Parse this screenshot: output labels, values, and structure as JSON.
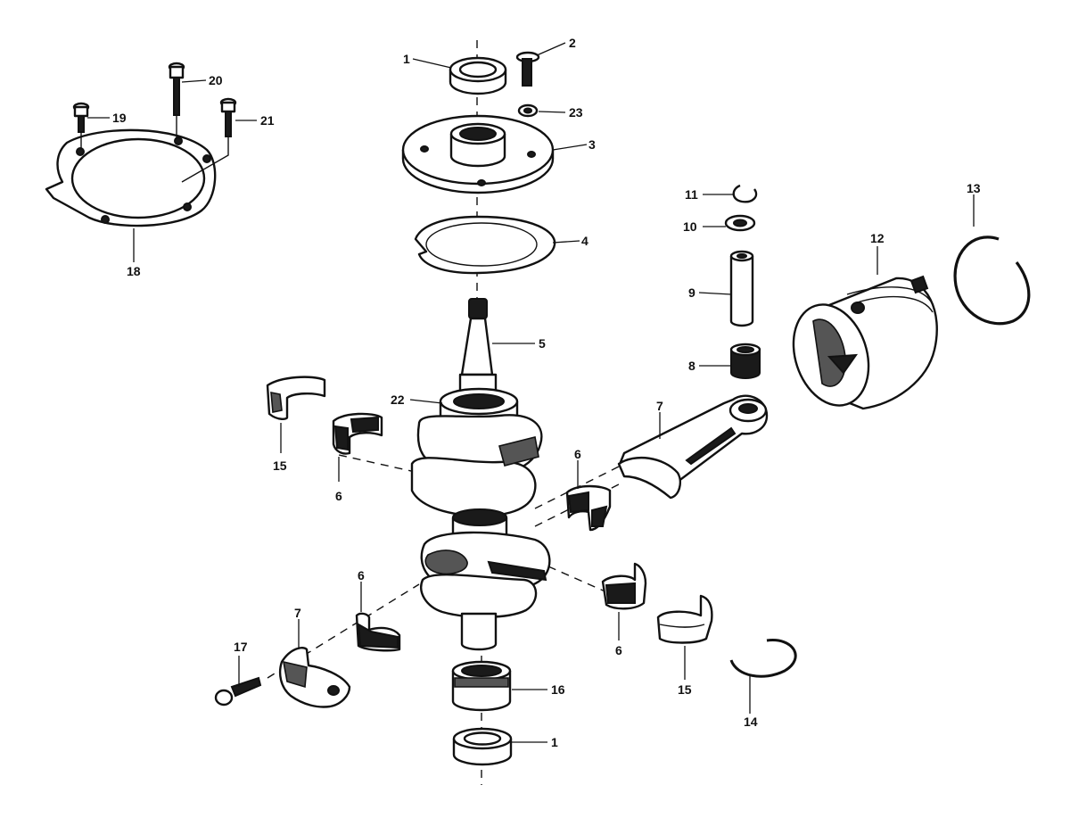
{
  "callouts": [
    {
      "id": "c1-top",
      "text": "1"
    },
    {
      "id": "c2",
      "text": "2"
    },
    {
      "id": "c23",
      "text": "23"
    },
    {
      "id": "c3",
      "text": "3"
    },
    {
      "id": "c4",
      "text": "4"
    },
    {
      "id": "c5",
      "text": "5"
    },
    {
      "id": "c22",
      "text": "22"
    },
    {
      "id": "c20",
      "text": "20"
    },
    {
      "id": "c19",
      "text": "19"
    },
    {
      "id": "c21",
      "text": "21"
    },
    {
      "id": "c18",
      "text": "18"
    },
    {
      "id": "c11",
      "text": "11"
    },
    {
      "id": "c10",
      "text": "10"
    },
    {
      "id": "c9",
      "text": "9"
    },
    {
      "id": "c8",
      "text": "8"
    },
    {
      "id": "c12",
      "text": "12"
    },
    {
      "id": "c13",
      "text": "13"
    },
    {
      "id": "c7-rod",
      "text": "7"
    },
    {
      "id": "c15-left",
      "text": "15"
    },
    {
      "id": "c6-left",
      "text": "6"
    },
    {
      "id": "c6-right",
      "text": "6"
    },
    {
      "id": "c6-lower-left",
      "text": "6"
    },
    {
      "id": "c6-lower-right",
      "text": "6"
    },
    {
      "id": "c7-cap",
      "text": "7"
    },
    {
      "id": "c17",
      "text": "17"
    },
    {
      "id": "c16",
      "text": "16"
    },
    {
      "id": "c1-bottom",
      "text": "1"
    },
    {
      "id": "c15-right",
      "text": "15"
    },
    {
      "id": "c14",
      "text": "14"
    }
  ]
}
